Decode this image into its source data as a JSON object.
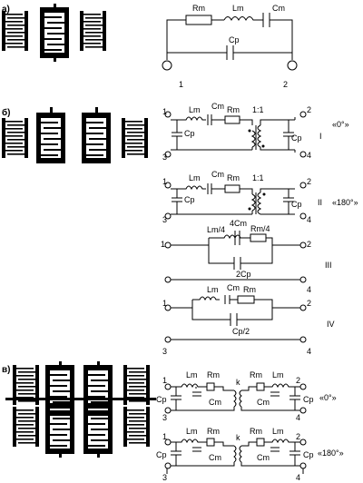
{
  "sections": {
    "a": "а)",
    "b": "б)",
    "c": "в)"
  },
  "a_circuit": {
    "Rm": "Rm",
    "Lm": "Lm",
    "Cm": "Cm",
    "Cp": "Cp",
    "n1": "1",
    "n2": "2"
  },
  "b_circuit1": {
    "t1": "1",
    "t2": "2",
    "t3": "3",
    "t4": "4",
    "Lm": "Lm",
    "Cm": "Cm",
    "Rm": "Rm",
    "ratio": "1:1",
    "Cp_l": "Cp",
    "Cp_r": "Cp",
    "roman": "I",
    "mode": "«0°»"
  },
  "b_circuit2": {
    "t1": "1",
    "t2": "2",
    "t3": "3",
    "t4": "4",
    "Lm": "Lm",
    "Cm": "Cm",
    "Rm": "Rm",
    "ratio": "1:1",
    "Cp_l": "Cp",
    "Cp_r": "Cp",
    "roman": "II",
    "mode": "«180°»"
  },
  "b_circuit3": {
    "t1": "1",
    "t2": "2",
    "t4": "4",
    "Lm": "Lm/4",
    "Cm": "4Cm",
    "Rm": "Rm/4",
    "Cp": "2Cp",
    "roman": "III"
  },
  "b_circuit4": {
    "t1": "1",
    "t2": "2",
    "t3": "3",
    "t4": "4",
    "Lm": "Lm",
    "Cm": "Cm",
    "Rm": "Rm",
    "Cp": "Cp/2",
    "roman": "IV"
  },
  "c_circuit1": {
    "t1": "1",
    "t2": "2",
    "t3": "3",
    "t4": "4",
    "Lm_l": "Lm",
    "Rm_l": "Rm",
    "Cm_l": "Cm",
    "k": "k",
    "Rm_r": "Rm",
    "Lm_r": "Lm",
    "Cm_r": "Cm",
    "Cp_l": "Cp",
    "Cp_r": "Cp",
    "mode": "«0°»"
  },
  "c_circuit2": {
    "t1": "1",
    "t2": "2",
    "t3": "3",
    "t4": "4",
    "Lm_l": "Lm",
    "Rm_l": "Rm",
    "Cm_l": "Cm",
    "k": "k",
    "Rm_r": "Rm",
    "Lm_r": "Lm",
    "Cm_r": "Cm",
    "Cp_l": "Cp",
    "Cp_r": "Cp",
    "mode": "«180°»"
  }
}
